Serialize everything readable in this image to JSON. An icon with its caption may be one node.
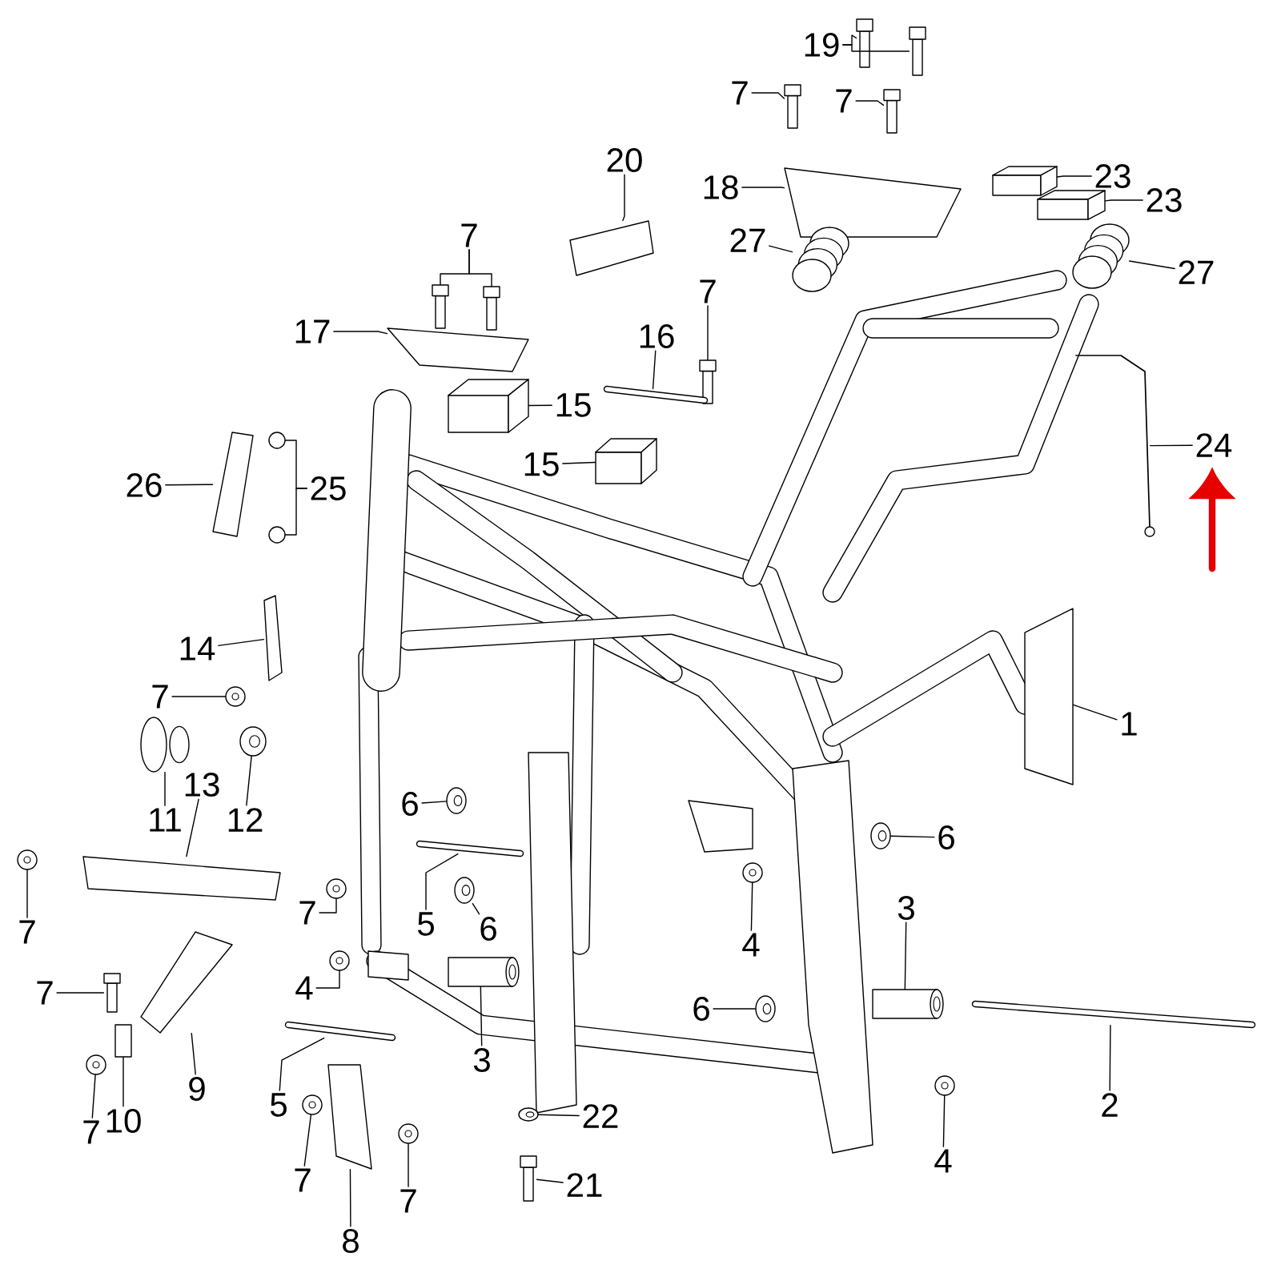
{
  "diagram": {
    "nodes": [
      {
        "text": [
          "19"
        ]
      },
      {
        "text": [
          "7"
        ]
      },
      {
        "text": [
          "7"
        ]
      },
      {
        "text": [
          "20"
        ]
      },
      {
        "text": [
          "23"
        ]
      },
      {
        "text": [
          "18"
        ]
      },
      {
        "text": [
          "23"
        ]
      },
      {
        "text": [
          "7"
        ]
      },
      {
        "text": [
          "27"
        ]
      },
      {
        "text": [
          "27"
        ]
      },
      {
        "text": [
          "7"
        ]
      },
      {
        "text": [
          "17"
        ]
      },
      {
        "text": [
          "16"
        ]
      },
      {
        "text": [
          "15"
        ]
      },
      {
        "text": [
          "24"
        ]
      },
      {
        "text": [
          "15"
        ]
      },
      {
        "text": [
          "26"
        ]
      },
      {
        "text": [
          "25"
        ]
      },
      {
        "text": [
          "14"
        ]
      },
      {
        "text": [
          "7"
        ]
      },
      {
        "text": [
          "1"
        ]
      },
      {
        "text": [
          "13"
        ]
      },
      {
        "text": [
          "6"
        ]
      },
      {
        "text": [
          "11"
        ]
      },
      {
        "text": [
          "12"
        ]
      },
      {
        "text": [
          "6"
        ]
      },
      {
        "text": [
          "3"
        ]
      },
      {
        "text": [
          "7"
        ]
      },
      {
        "text": [
          "5"
        ]
      },
      {
        "text": [
          "6"
        ]
      },
      {
        "text": [
          "7"
        ]
      },
      {
        "text": [
          "4"
        ]
      },
      {
        "text": [
          "4"
        ]
      },
      {
        "text": [
          "7"
        ]
      },
      {
        "text": [
          "6"
        ]
      },
      {
        "text": [
          "3"
        ]
      },
      {
        "text": [
          "9"
        ]
      },
      {
        "text": [
          "2"
        ]
      },
      {
        "text": [
          "5"
        ]
      },
      {
        "text": [
          "22"
        ]
      },
      {
        "text": [
          "10"
        ]
      },
      {
        "text": [
          "7"
        ]
      },
      {
        "text": [
          "4"
        ]
      },
      {
        "text": [
          "21"
        ]
      },
      {
        "text": [
          "7"
        ]
      },
      {
        "text": [
          "7"
        ]
      },
      {
        "text": [
          "8"
        ]
      },
      {
        "text": [],
        "shape": "bolt"
      },
      {
        "text": [],
        "shape": "bolt"
      },
      {
        "text": [],
        "shape": "bolt"
      },
      {
        "text": [],
        "shape": "bolt"
      },
      {
        "text": [],
        "shape": "plate"
      },
      {
        "text": [],
        "shape": "box"
      },
      {
        "text": [],
        "shape": "plate"
      },
      {
        "text": [],
        "shape": "box"
      },
      {
        "text": [],
        "shape": "bolt"
      },
      {
        "text": [],
        "shape": "bolt"
      },
      {
        "text": [],
        "shape": "bellows"
      },
      {
        "text": [],
        "shape": "bellows"
      },
      {
        "text": [],
        "shape": "bolt"
      },
      {
        "text": [],
        "shape": "plate"
      },
      {
        "text": [],
        "shape": "rod"
      },
      {
        "text": [],
        "shape": "box"
      },
      {
        "text": [],
        "shape": "cable"
      },
      {
        "text": [],
        "shape": "box"
      },
      {
        "text": [],
        "shape": "plate"
      },
      {
        "text": [],
        "shape": "circle"
      },
      {
        "text": [],
        "shape": "circle"
      },
      {
        "text": [],
        "shape": "plate"
      },
      {
        "text": [],
        "shape": "nut"
      },
      {
        "text": [],
        "shape": "plate"
      },
      {
        "text": [],
        "shape": "plate"
      },
      {
        "text": [],
        "shape": "ring"
      },
      {
        "text": [],
        "shape": "spool"
      },
      {
        "text": [],
        "shape": "ring"
      },
      {
        "text": [],
        "shape": "ring"
      },
      {
        "text": [],
        "shape": "cylinder"
      },
      {
        "text": [],
        "shape": "nut"
      },
      {
        "text": [],
        "shape": "rod"
      },
      {
        "text": [],
        "shape": "ring"
      },
      {
        "text": [],
        "shape": "nut"
      },
      {
        "text": [],
        "shape": "nut"
      },
      {
        "text": [],
        "shape": "nut"
      },
      {
        "text": [],
        "shape": "bolt"
      },
      {
        "text": [],
        "shape": "ring"
      },
      {
        "text": [],
        "shape": "cylinder"
      },
      {
        "text": [],
        "shape": "plate"
      },
      {
        "text": [],
        "shape": "rod"
      },
      {
        "text": [],
        "shape": "rod"
      },
      {
        "text": [],
        "shape": "ring"
      },
      {
        "text": [],
        "shape": "plate"
      },
      {
        "text": [],
        "shape": "nut"
      },
      {
        "text": [],
        "shape": "nut"
      },
      {
        "text": [],
        "shape": "bolt"
      },
      {
        "text": [],
        "shape": "nut"
      },
      {
        "text": [],
        "shape": "nut"
      },
      {
        "text": [],
        "shape": "plate"
      }
    ],
    "edges": [
      {
        "from": 0,
        "to": 47,
        "arrow": "none"
      },
      {
        "from": 0,
        "to": 48,
        "arrow": "none"
      },
      {
        "from": 1,
        "to": 49,
        "arrow": "none"
      },
      {
        "from": 2,
        "to": 50,
        "arrow": "none"
      },
      {
        "from": 3,
        "to": 51,
        "arrow": "none"
      },
      {
        "from": 4,
        "to": 52,
        "arrow": "none"
      },
      {
        "from": 5,
        "to": 53,
        "arrow": "none"
      },
      {
        "from": 6,
        "to": 54,
        "arrow": "none"
      },
      {
        "from": 7,
        "to": 55,
        "arrow": "none"
      },
      {
        "from": 7,
        "to": 56,
        "arrow": "none"
      },
      {
        "from": 8,
        "to": 57,
        "arrow": "none"
      },
      {
        "from": 9,
        "to": 58,
        "arrow": "none"
      },
      {
        "from": 10,
        "to": 59,
        "arrow": "none"
      },
      {
        "from": 11,
        "to": 60,
        "arrow": "none"
      },
      {
        "from": 12,
        "to": 61,
        "arrow": "none"
      },
      {
        "from": 13,
        "to": 62,
        "arrow": "none"
      },
      {
        "from": 14,
        "to": 63,
        "arrow": "none"
      },
      {
        "from": 15,
        "to": 64,
        "arrow": "none"
      },
      {
        "from": 16,
        "to": 65,
        "arrow": "none"
      },
      {
        "from": 17,
        "to": 66,
        "arrow": "none"
      },
      {
        "from": 17,
        "to": 67,
        "arrow": "none"
      },
      {
        "from": 18,
        "to": 68,
        "arrow": "none"
      },
      {
        "from": 19,
        "to": 69,
        "arrow": "none"
      },
      {
        "from": 20,
        "to": 70,
        "arrow": "none"
      },
      {
        "from": 21,
        "to": 71,
        "arrow": "none"
      },
      {
        "from": 22,
        "to": 72,
        "arrow": "none"
      },
      {
        "from": 23,
        "to": 73,
        "arrow": "none"
      },
      {
        "from": 24,
        "to": 74,
        "arrow": "none"
      },
      {
        "from": 25,
        "to": 75,
        "arrow": "none"
      },
      {
        "from": 26,
        "to": 76,
        "arrow": "none"
      },
      {
        "from": 27,
        "to": 77,
        "arrow": "none"
      },
      {
        "from": 28,
        "to": 78,
        "arrow": "none"
      },
      {
        "from": 29,
        "to": 79,
        "arrow": "none"
      },
      {
        "from": 30,
        "to": 80,
        "arrow": "none"
      },
      {
        "from": 31,
        "to": 81,
        "arrow": "none"
      },
      {
        "from": 32,
        "to": 82,
        "arrow": "none"
      },
      {
        "from": 33,
        "to": 83,
        "arrow": "none"
      },
      {
        "from": 34,
        "to": 84,
        "arrow": "none"
      },
      {
        "from": 35,
        "to": 85,
        "arrow": "none"
      },
      {
        "from": 36,
        "to": 86,
        "arrow": "none"
      },
      {
        "from": 37,
        "to": 87,
        "arrow": "none"
      },
      {
        "from": 38,
        "to": 88,
        "arrow": "none"
      },
      {
        "from": 39,
        "to": 89,
        "arrow": "none"
      },
      {
        "from": 40,
        "to": 90,
        "arrow": "none"
      },
      {
        "from": 41,
        "to": 91,
        "arrow": "none"
      },
      {
        "from": 42,
        "to": 92,
        "arrow": "none"
      },
      {
        "from": 43,
        "to": 93,
        "arrow": "none"
      },
      {
        "from": 44,
        "to": 94,
        "arrow": "none"
      },
      {
        "from": 45,
        "to": 95,
        "arrow": "none"
      },
      {
        "from": 46,
        "to": 96,
        "arrow": "none"
      }
    ]
  }
}
